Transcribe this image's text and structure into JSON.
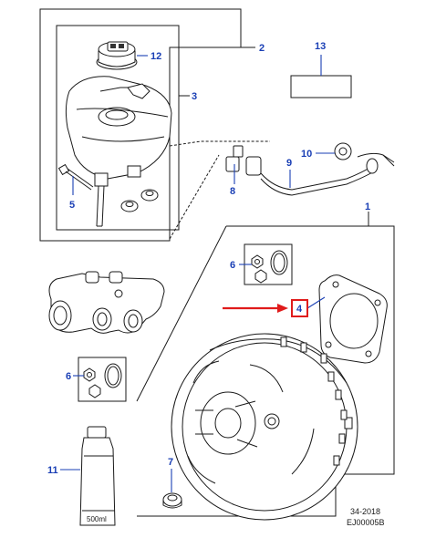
{
  "callouts": {
    "c1": "1",
    "c2": "2",
    "c3": "3",
    "c4": "4",
    "c5": "5",
    "c6a": "6",
    "c6b": "6",
    "c7": "7",
    "c8": "8",
    "c9": "9",
    "c10": "10",
    "c11": "11",
    "c12": "12",
    "c13": "13"
  },
  "bottle": {
    "volume": "500ml"
  },
  "reference": {
    "page": "34-2018",
    "code": "EJ00005B"
  },
  "colors": {
    "callout": "#1a3fb5",
    "highlight": "#e01b1b",
    "line": "#1a1a1a"
  }
}
